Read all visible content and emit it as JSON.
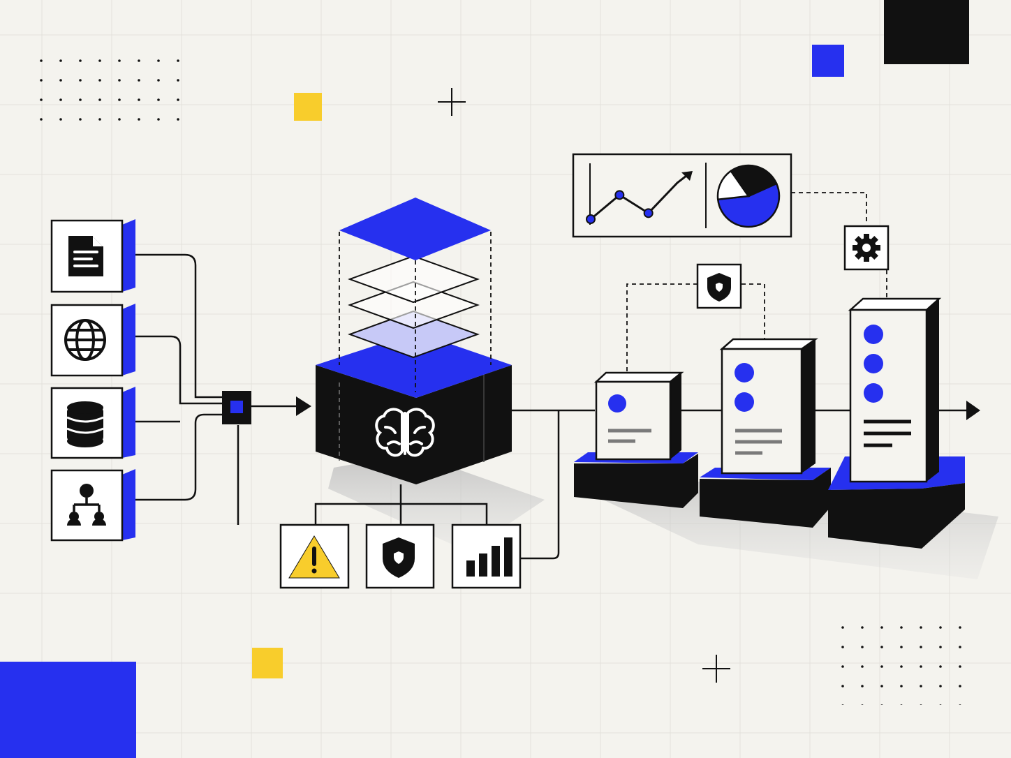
{
  "colors": {
    "background": "#f4f3ee",
    "grid": "#e3e2dc",
    "ink": "#111111",
    "accent_blue": "#2630ef",
    "accent_yellow": "#f8cd2c",
    "layer_tint": "#c7c9f7",
    "panel": "#f5f4ef",
    "shadow": "#cfcfcf",
    "text_line": "#7a7a7a"
  },
  "icons": {
    "inputs": [
      "document-icon",
      "globe-icon",
      "database-icon",
      "hierarchy-icon"
    ],
    "core": "brain-icon",
    "bottom": [
      "warning-icon",
      "shield-icon",
      "bar-chart-icon"
    ],
    "top": [
      "line-chart-icon",
      "pie-chart-icon",
      "gear-icon",
      "shield-icon"
    ]
  },
  "chart_icon": {
    "line_points": [
      {
        "x": 0,
        "y": 0
      },
      {
        "x": 1,
        "y": 2
      },
      {
        "x": 2,
        "y": 0.5
      },
      {
        "x": 3,
        "y": 3
      }
    ],
    "pie_fractions": {
      "blue": 0.55,
      "white": 0.17,
      "black": 0.28
    }
  },
  "server_dots": [
    1,
    2,
    3
  ]
}
